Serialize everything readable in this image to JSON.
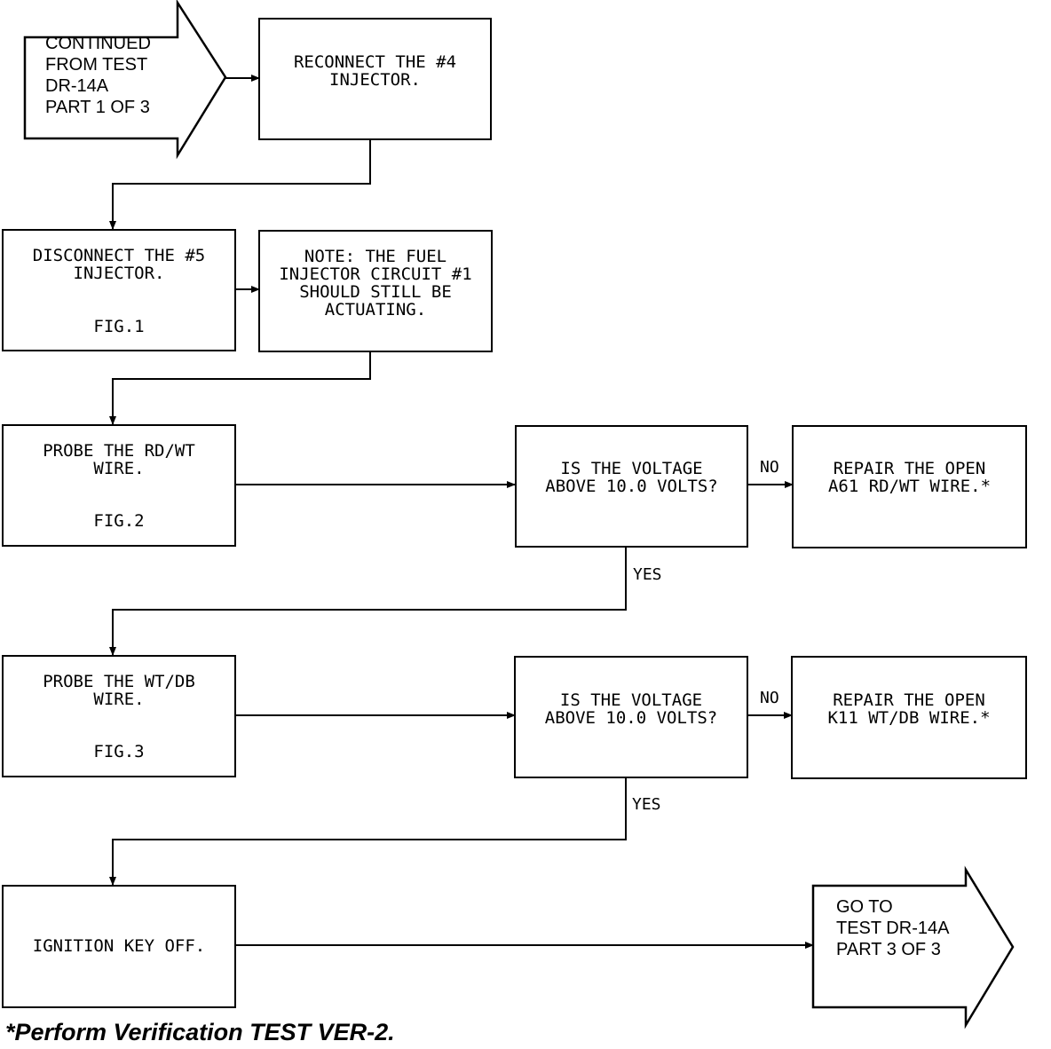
{
  "start_arrow": {
    "text": "CONTINUED\nFROM TEST\nDR-14A\nPART 1 OF 3"
  },
  "end_arrow": {
    "text": "GO TO\nTEST DR-14A\nPART 3 OF 3"
  },
  "boxes": {
    "reconnect": "RECONNECT THE #4\nINJECTOR.",
    "disconnect": "DISCONNECT THE #5\nINJECTOR.",
    "disconnect_fig": "FIG.1",
    "note": "NOTE: THE FUEL\nINJECTOR CIRCUIT #1\nSHOULD STILL BE\nACTUATING.",
    "probe_rd": "PROBE THE RD/WT\nWIRE.",
    "probe_rd_fig": "FIG.2",
    "decision1": "IS THE VOLTAGE\nABOVE 10.0 VOLTS?",
    "repair1": "REPAIR THE OPEN\nA61 RD/WT WIRE.*",
    "probe_wt": "PROBE THE WT/DB\nWIRE.",
    "probe_wt_fig": "FIG.3",
    "decision2": "IS THE VOLTAGE\nABOVE 10.0 VOLTS?",
    "repair2": "REPAIR THE OPEN\nK11 WT/DB WIRE.*",
    "ignition": "IGNITION KEY OFF."
  },
  "labels": {
    "no1": "NO",
    "yes1": "YES",
    "no2": "NO",
    "yes2": "YES"
  },
  "footnote": "*Perform Verification TEST VER-2."
}
